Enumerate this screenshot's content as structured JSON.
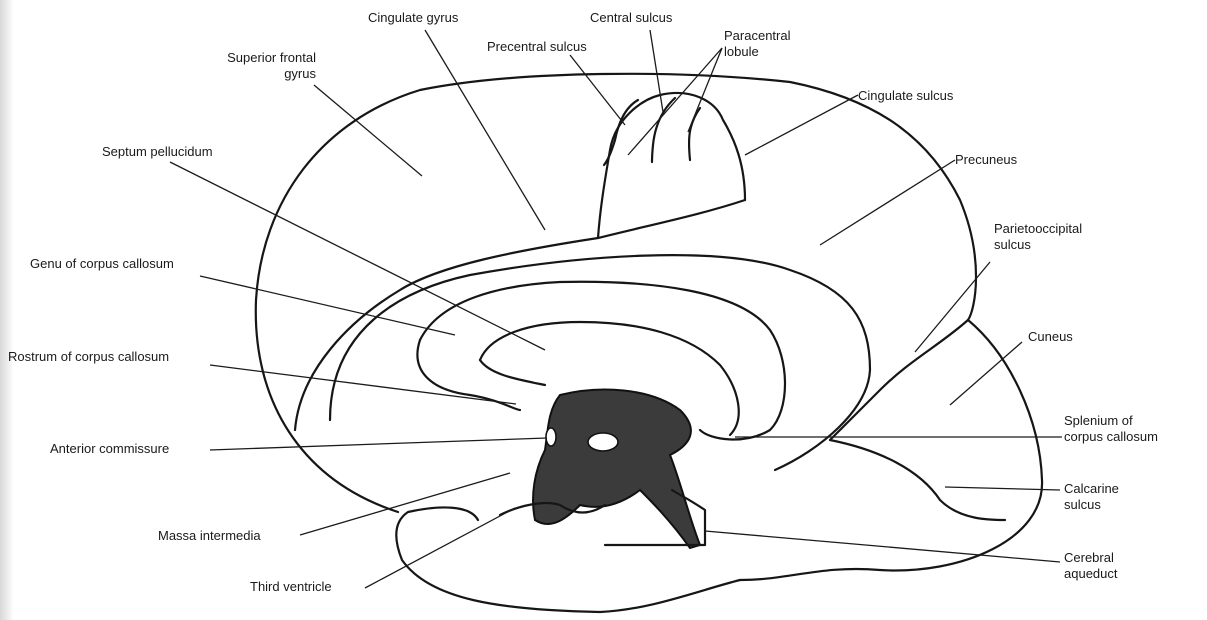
{
  "labels": {
    "cingulate_gyrus": "Cingulate gyrus",
    "central_sulcus": "Central sulcus",
    "precentral_sulcus": "Precentral sulcus",
    "paracentral_lobule": [
      "Paracentral",
      "lobule"
    ],
    "superior_frontal_gyrus": [
      "Superior frontal",
      "gyrus"
    ],
    "cingulate_sulcus": "Cingulate sulcus",
    "septum_pellucidum": "Septum pellucidum",
    "precuneus": "Precuneus",
    "parietooccipital_sulcus": [
      "Parietooccipital",
      "sulcus"
    ],
    "genu_corpus_callosum": "Genu of corpus callosum",
    "cuneus": "Cuneus",
    "rostrum_corpus_callosum": "Rostrum of corpus callosum",
    "splenium_corpus_callosum": [
      "Splenium of",
      "corpus callosum"
    ],
    "anterior_commissure": "Anterior commissure",
    "calcarine_sulcus": [
      "Calcarine",
      "sulcus"
    ],
    "massa_intermedia": "Massa intermedia",
    "cerebral_aqueduct": [
      "Cerebral",
      "aqueduct"
    ],
    "third_ventricle": "Third ventricle"
  }
}
